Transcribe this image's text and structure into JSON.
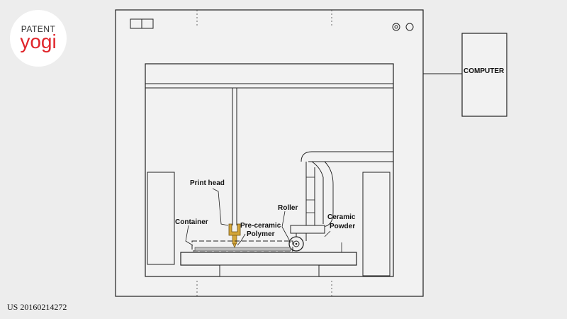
{
  "logo": {
    "top": "PATENT",
    "bottom": "yogi"
  },
  "patent_number": "US 20160214272",
  "labels": {
    "computer": "COMPUTER",
    "print_head": "Print head",
    "container": "Container",
    "pre_ceramic_line1": "Pre-ceramic",
    "pre_ceramic_line2": "Polymer",
    "roller": "Roller",
    "ceramic_line1": "Ceramic",
    "ceramic_line2": "Powder"
  },
  "colors": {
    "print_head": "#d4a63a",
    "logo_accent": "#e0252b",
    "background": "#ededed"
  }
}
